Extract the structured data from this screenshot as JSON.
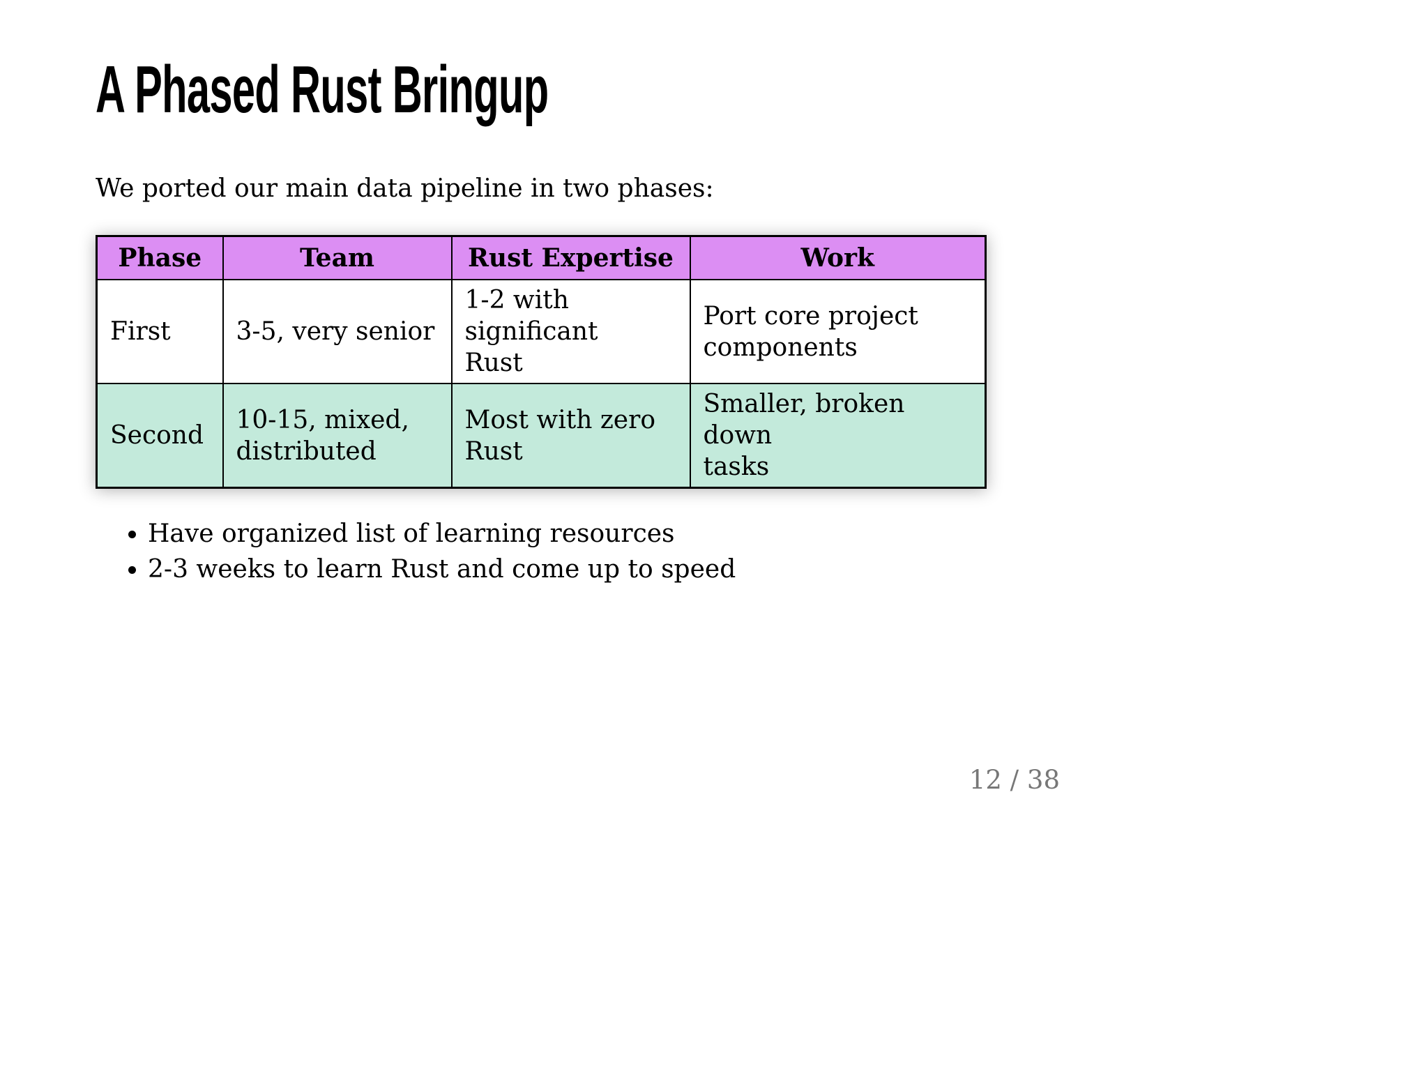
{
  "slide": {
    "title": "A Phased Rust Bringup",
    "intro": "We ported our main data pipeline in two phases:",
    "table": {
      "headers": [
        "Phase",
        "Team",
        "Rust Expertise",
        "Work"
      ],
      "rows": [
        [
          "First",
          "3-5, very senior",
          "1-2 with significant\nRust",
          "Port core project\ncomponents"
        ],
        [
          "Second",
          "10-15, mixed,\ndistributed",
          "Most with zero\nRust",
          "Smaller, broken down\ntasks"
        ]
      ]
    },
    "bullets": [
      "Have organized list of learning resources",
      "2-3 weeks to learn Rust and come up to speed"
    ],
    "slide_number": "12 / 38",
    "colors": {
      "header_bg": "#DC8EF3",
      "alt_row_bg": "#C3EADB",
      "page_number": "#777777"
    }
  }
}
